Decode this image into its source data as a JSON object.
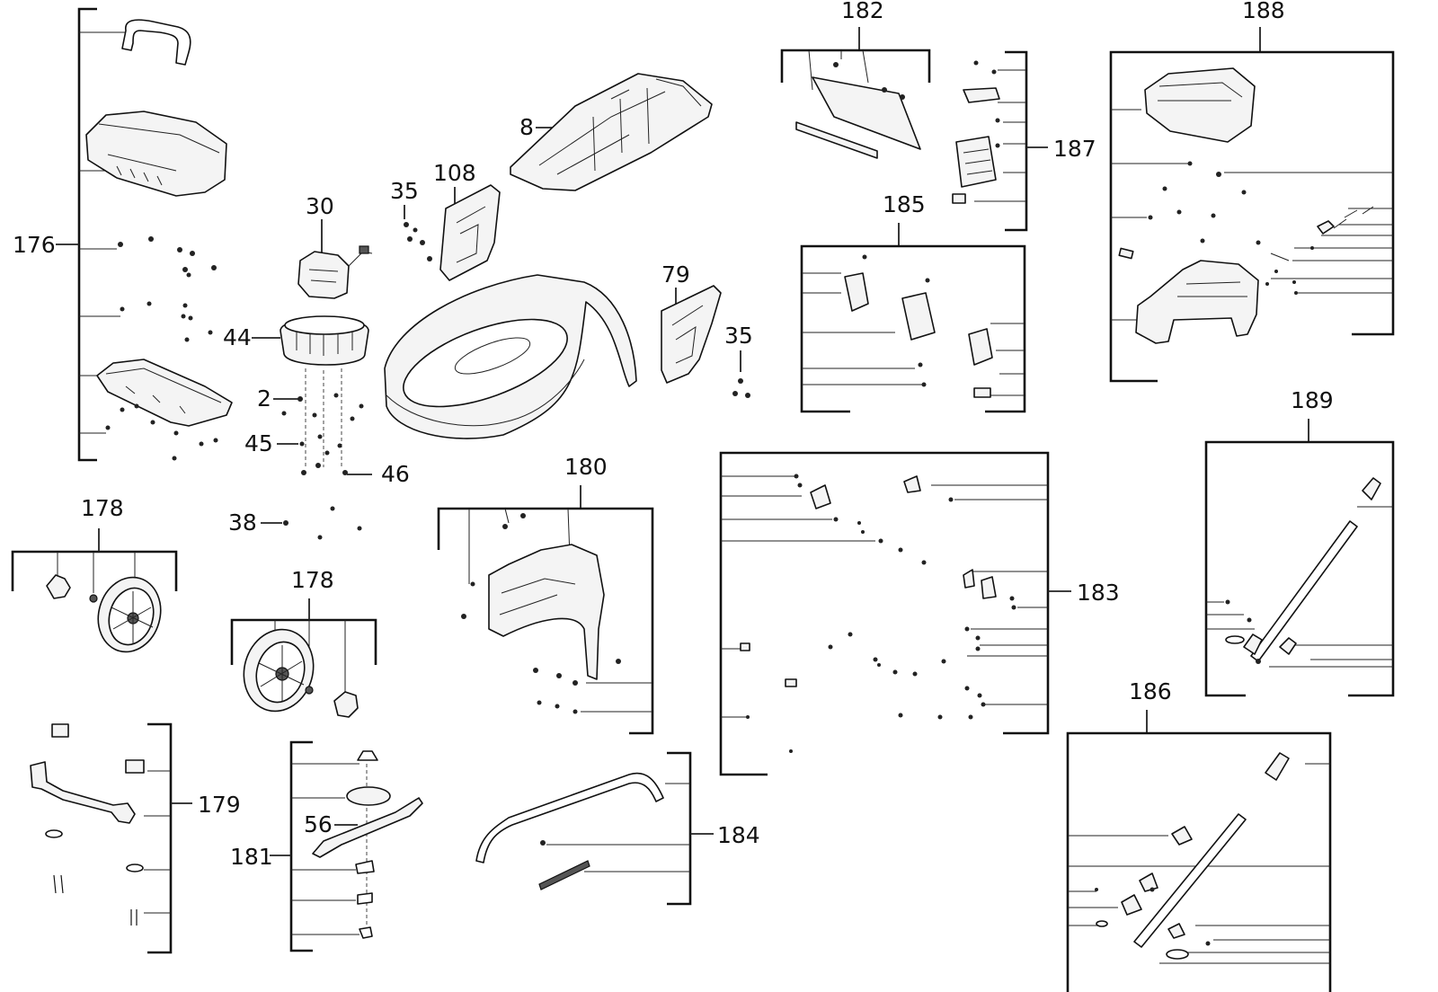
{
  "diagram": {
    "callouts": {
      "c176": "176",
      "c178a": "178",
      "c178b": "178",
      "c179": "179",
      "c181": "181",
      "c30": "30",
      "c44": "44",
      "c2": "2",
      "c45": "45",
      "c46": "46",
      "c38": "38",
      "c56": "56",
      "c35a": "35",
      "c108": "108",
      "c8": "8",
      "c79": "79",
      "c35b": "35",
      "c180": "180",
      "c184": "184",
      "c182": "182",
      "c185": "185",
      "c187": "187",
      "c183": "183",
      "c188": "188",
      "c189": "189",
      "c186": "186"
    }
  }
}
